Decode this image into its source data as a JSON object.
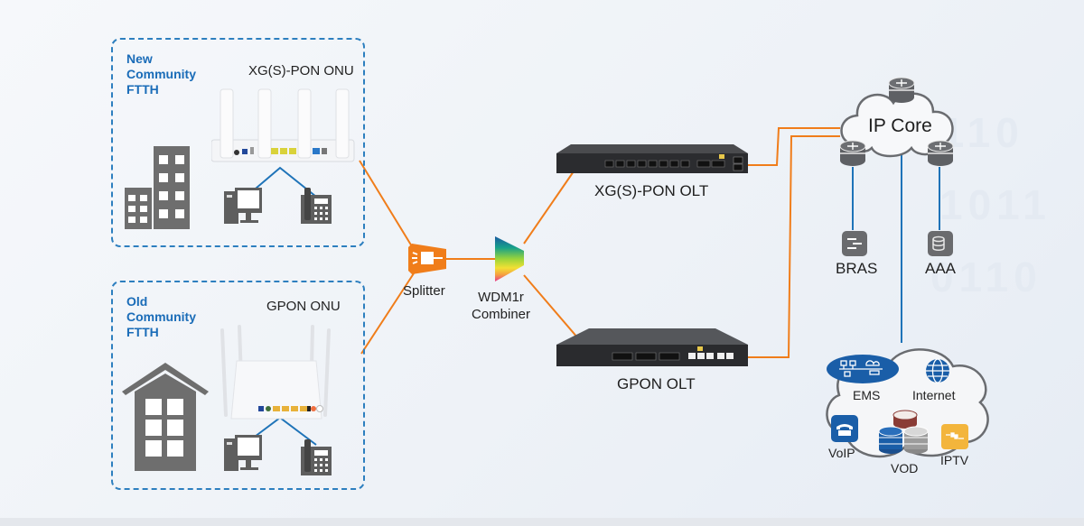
{
  "communities": [
    {
      "title": "New Community FTTH",
      "title_lines": [
        "New",
        "Community",
        "FTTH"
      ],
      "device": "XG(S)-PON ONU",
      "building": "office-buildings-icon"
    },
    {
      "title": "Old Community FTTH",
      "title_lines": [
        "Old",
        "Community",
        "FTTH"
      ],
      "device": "GPON ONU",
      "building": "house-building-icon"
    }
  ],
  "odn": {
    "splitter": "Splitter",
    "combiner_lines": [
      "WDM1r",
      "Combiner"
    ]
  },
  "olts": [
    {
      "label": "XG(S)-PON OLT"
    },
    {
      "label": "GPON OLT"
    }
  ],
  "core": {
    "title": "IP Core",
    "nodes": [
      {
        "label": "BRAS",
        "icon": "bras-switch-icon"
      },
      {
        "label": "AAA",
        "icon": "aaa-database-icon"
      }
    ]
  },
  "services": {
    "items": [
      {
        "label": "EMS",
        "icon": "ems-network-icon"
      },
      {
        "label": "Internet",
        "icon": "globe-icon"
      },
      {
        "label": "VoIP",
        "icon": "phone-icon"
      },
      {
        "label": "VOD",
        "icon": "storage-disks-icon"
      },
      {
        "label": "IPTV",
        "icon": "iptv-icon"
      }
    ]
  },
  "colors": {
    "fiber": "#f07d1a",
    "ethernet": "#1e73b8",
    "dashed_box": "#2d7fbf",
    "community_title": "#1a6cb8",
    "icon_gray": "#6b6b6b"
  }
}
